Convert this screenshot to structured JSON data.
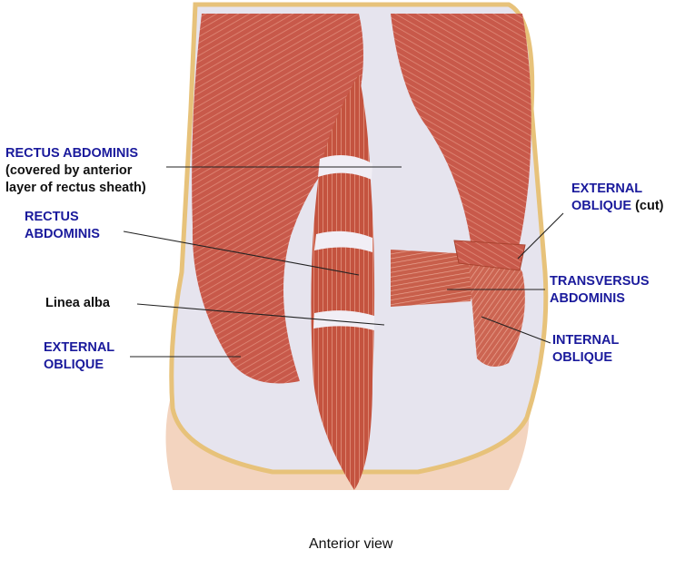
{
  "figure": {
    "caption": "Anterior view",
    "colors": {
      "label_blue": "#1a1a9c",
      "label_black": "#111111",
      "muscle": "#c8594a",
      "muscle_light": "#e08a78",
      "fascia": "#e6e4ee",
      "skin": "#f3d4bf",
      "fat_border": "#e7c27a",
      "leader_line": "#222222"
    },
    "labels": [
      {
        "id": "rectus-sheath",
        "lines": [
          "RECTUS ABDOMINIS",
          "(covered by anterior",
          "layer of rectus sheath)"
        ],
        "line_colors": [
          "blue",
          "black",
          "black"
        ]
      },
      {
        "id": "rectus",
        "lines": [
          "RECTUS",
          "ABDOMINIS"
        ],
        "line_colors": [
          "blue",
          "blue"
        ]
      },
      {
        "id": "linea-alba",
        "lines": [
          "Linea alba"
        ],
        "line_colors": [
          "black"
        ]
      },
      {
        "id": "ext-oblique-left",
        "lines": [
          "EXTERNAL",
          "OBLIQUE"
        ],
        "line_colors": [
          "blue",
          "blue"
        ]
      },
      {
        "id": "ext-oblique-cut",
        "lines": [
          "EXTERNAL",
          "OBLIQUE"
        ],
        "suffix": "(cut)",
        "line_colors": [
          "blue",
          "blue"
        ]
      },
      {
        "id": "transversus",
        "lines": [
          "TRANSVERSUS",
          "ABDOMINIS"
        ],
        "line_colors": [
          "blue",
          "blue"
        ]
      },
      {
        "id": "internal-oblique",
        "lines": [
          "INTERNAL",
          "OBLIQUE"
        ],
        "line_colors": [
          "blue",
          "blue"
        ]
      }
    ]
  }
}
